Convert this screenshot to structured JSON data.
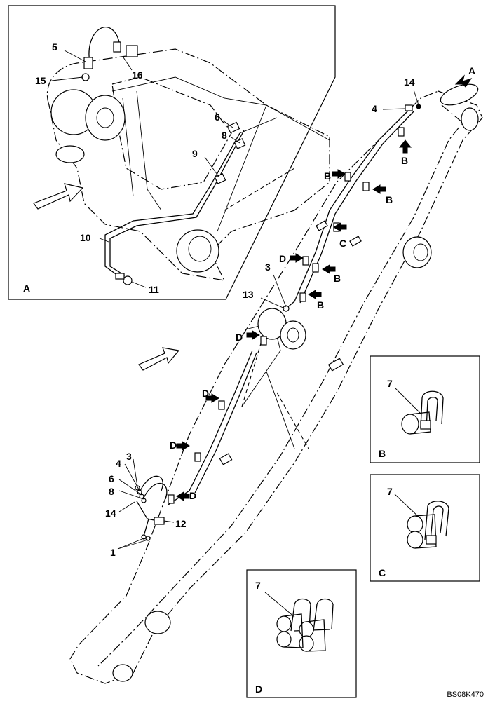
{
  "diagram": {
    "callouts": [
      {
        "id": "c5",
        "text": "5"
      },
      {
        "id": "c15",
        "text": "15"
      },
      {
        "id": "c16",
        "text": "16"
      },
      {
        "id": "c6a",
        "text": "6"
      },
      {
        "id": "c8a",
        "text": "8"
      },
      {
        "id": "c9",
        "text": "9"
      },
      {
        "id": "c10",
        "text": "10"
      },
      {
        "id": "c11",
        "text": "11"
      },
      {
        "id": "cAinset",
        "text": "A"
      },
      {
        "id": "c14a",
        "text": "14"
      },
      {
        "id": "c4a",
        "text": "4"
      },
      {
        "id": "c3a",
        "text": "3"
      },
      {
        "id": "c13",
        "text": "13"
      },
      {
        "id": "c3b",
        "text": "3"
      },
      {
        "id": "c4b",
        "text": "4"
      },
      {
        "id": "c6b",
        "text": "6"
      },
      {
        "id": "c8b",
        "text": "8"
      },
      {
        "id": "c14b",
        "text": "14"
      },
      {
        "id": "c12",
        "text": "12"
      },
      {
        "id": "c1",
        "text": "1"
      }
    ],
    "view_arrows": [
      {
        "id": "vA",
        "text": "A"
      },
      {
        "id": "vB1",
        "text": "B"
      },
      {
        "id": "vB2",
        "text": "B"
      },
      {
        "id": "vB3",
        "text": "B"
      },
      {
        "id": "vB4",
        "text": "B"
      },
      {
        "id": "vB5",
        "text": "B"
      },
      {
        "id": "vC",
        "text": "C"
      },
      {
        "id": "vD1",
        "text": "D"
      },
      {
        "id": "vD2",
        "text": "D"
      },
      {
        "id": "vD3",
        "text": "D"
      },
      {
        "id": "vD4",
        "text": "D"
      },
      {
        "id": "vD5",
        "text": "D"
      }
    ],
    "detail_views": [
      {
        "id": "B",
        "label": "B",
        "part": "7"
      },
      {
        "id": "C",
        "label": "C",
        "part": "7"
      },
      {
        "id": "D",
        "label": "D",
        "part": "7"
      }
    ],
    "drawing_code": "BS08K470"
  }
}
